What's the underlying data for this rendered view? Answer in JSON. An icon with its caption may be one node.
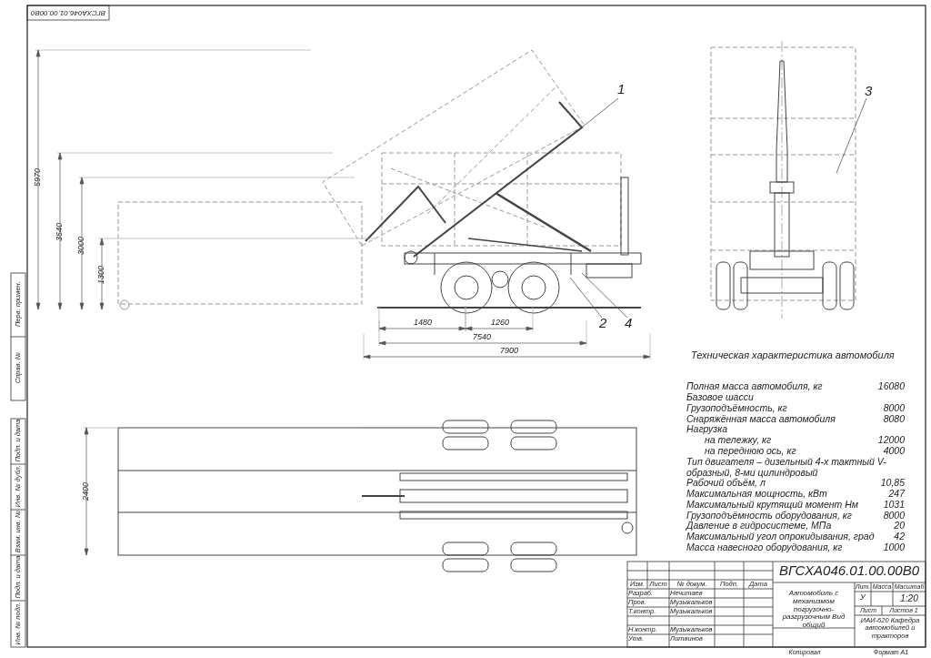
{
  "diagram": {
    "nodes": [
      {
        "text": [
          "1"
        ]
      },
      {
        "text": [
          "2"
        ]
      },
      {
        "text": [
          "3"
        ]
      },
      {
        "text": [
          "4"
        ]
      }
    ],
    "edges": [
      {
        "from": 0,
        "to": null,
        "arrow": "none"
      },
      {
        "from": 1,
        "to": null,
        "arrow": "none"
      },
      {
        "from": 2,
        "to": null,
        "arrow": "none"
      },
      {
        "from": 3,
        "to": null,
        "arrow": "none"
      }
    ],
    "labels": [
      "ВГСХА046.01.00.00В0",
      "5970",
      "3540",
      "3000",
      "1300",
      "1480",
      "1260",
      "7540",
      "7900",
      "2400",
      "Техническая характеристика автомобиля",
      "Полная масса автомобиля, кг",
      "16080",
      "Базовое шасси",
      "Грузоподъёмность, кг",
      "8000",
      "Снаряжённая масса автомобиля",
      "8080",
      "Нагрузка",
      "на тележку, кг",
      "12000",
      "на переднюю ось, кг",
      "4000",
      "Тип двигателя – дизельный 4-х тактный V-образный, 8-ми цилиндровый",
      "Рабочий объём, л",
      "10,85",
      "Максимальная мощность, кВт",
      "247",
      "Максимальный крутящий момент Нм",
      "1031",
      "Грузоподъёмность оборудования, кг",
      "8000",
      "Давление в гидросистеме, МПа",
      "20",
      "Максимальный угол опрокидывания, град",
      "42",
      "Масса навесного оборудования, кг",
      "1000",
      "ВГСХА046.01.00.00В0",
      "Изм.",
      "Лист",
      "№ докум.",
      "Подп.",
      "Дата",
      "Разраб.",
      "Нечитаев",
      "Пров.",
      "Музыкальков",
      "Т.контр.",
      "Музыкальков",
      "Н.контр.",
      "Музыкальков",
      "Утв.",
      "Литвинов",
      "Автомобиль с механизмом погрузочно-разгрузочным Вид общий",
      "Лит.",
      "Масса",
      "Масштаб",
      "У",
      "1:20",
      "Лист",
      "Листов 1",
      "ИАИ-620 Кафедра автомобилей и тракторов",
      "Копировал",
      "Формат А1",
      "Перв. примен.",
      "Справ. №",
      "Подп. и дата",
      "Инв. № дубл.",
      "Взам. инв. №",
      "Подп. и дата",
      "Инв. № подл."
    ]
  }
}
